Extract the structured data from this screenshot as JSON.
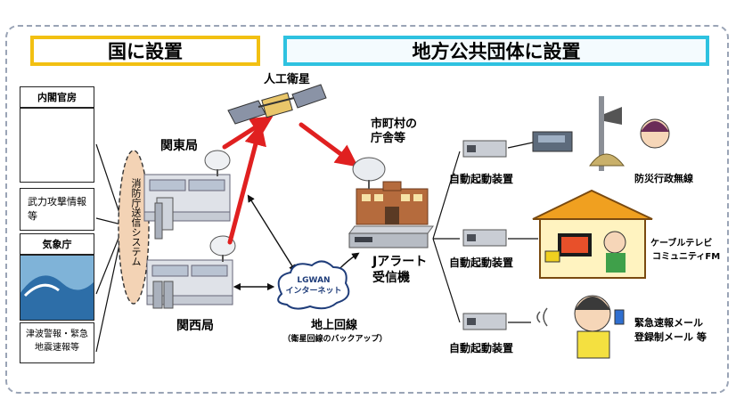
{
  "headers": {
    "national": "国に設置",
    "local": "地方公共団体に設置"
  },
  "sources": {
    "cabinet": "内閣官房",
    "armed_attack": "武力攻撃情報等",
    "jma": "気象庁",
    "tsunami": "津波警報・緊急地震速報等"
  },
  "fdma_system": "消防庁送信システム",
  "stations": {
    "kanto": "関東局",
    "kansai": "関西局"
  },
  "satellite": "人工衛星",
  "municipal": "市町村の庁舎等",
  "receiver": "Jアラート受信機",
  "lgwan": {
    "line1": "LGWAN",
    "line2": "インターネット"
  },
  "ground_line": {
    "title": "地上回線",
    "note": "（衛星回線のバックアップ）"
  },
  "auto_device": "自動起動装置",
  "outputs": {
    "radio": "防災行政無線",
    "cable": "ケーブルテレビ",
    "cable2": "コミュニティFM",
    "mail1": "緊急速報メール",
    "mail2": "登録制メール 等"
  },
  "colors": {
    "national_border": "#f2c012",
    "local_border": "#2ec2e0",
    "arrow": "#e02020",
    "fdma_fill": "#f3d3b5"
  }
}
